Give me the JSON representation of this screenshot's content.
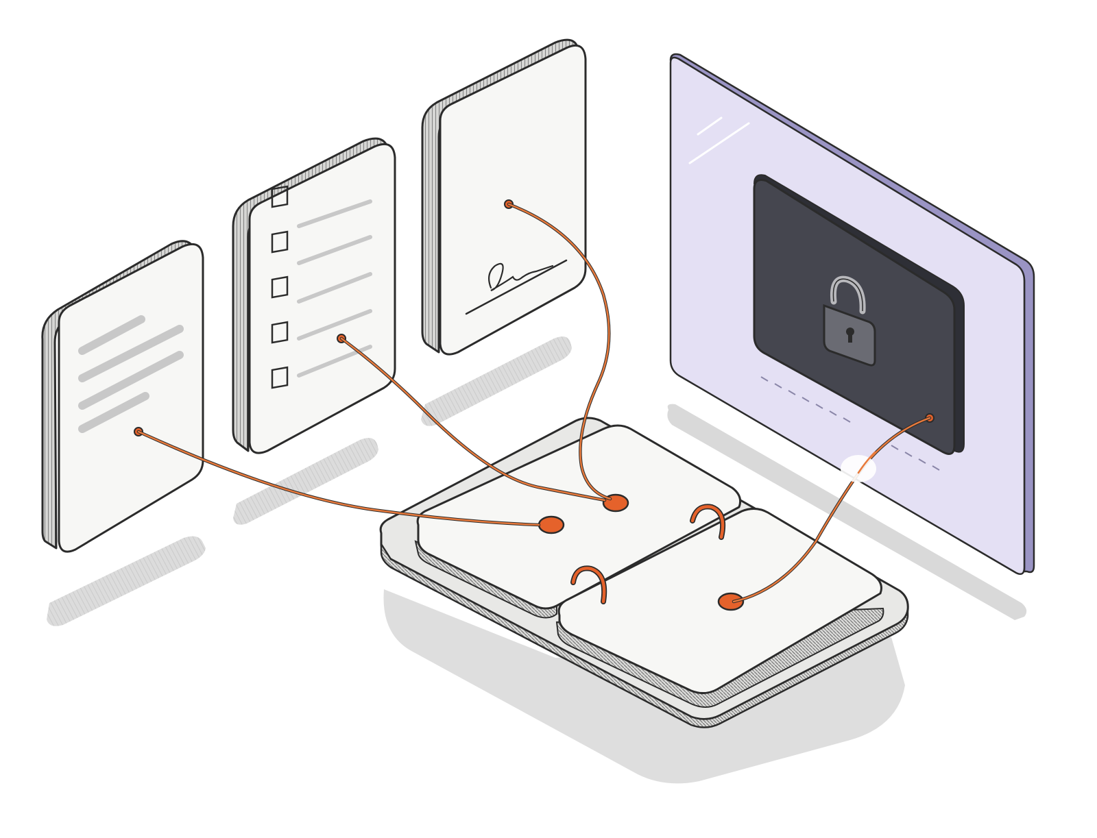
{
  "palette": {
    "background": "#ffffff",
    "outline": "#2b2b2b",
    "card_face": "#f7f7f5",
    "card_edge": "#dcdcda",
    "shadow": "#d4d4d4",
    "text_bar": "#c8c8c8",
    "accent_orange": "#e5622b",
    "connector_orange": "#e87a3c",
    "vault_panel": "#e4e0f4",
    "vault_panel_edge": "#9a94c4",
    "lock_screen": "#45464f",
    "lock_body": "#6a6b73",
    "shackle": "#b8b8bc"
  },
  "scene": {
    "items": [
      {
        "name": "text-document-card",
        "icon": "document-lines-icon"
      },
      {
        "name": "checklist-document-card",
        "icon": "checklist-icon",
        "checkbox_count": 5
      },
      {
        "name": "signature-document-card",
        "icon": "signature-icon"
      },
      {
        "name": "secure-vault-panel",
        "icon": "padlock-icon"
      },
      {
        "name": "bound-binder",
        "icon": "binder-rings-icon"
      }
    ]
  }
}
